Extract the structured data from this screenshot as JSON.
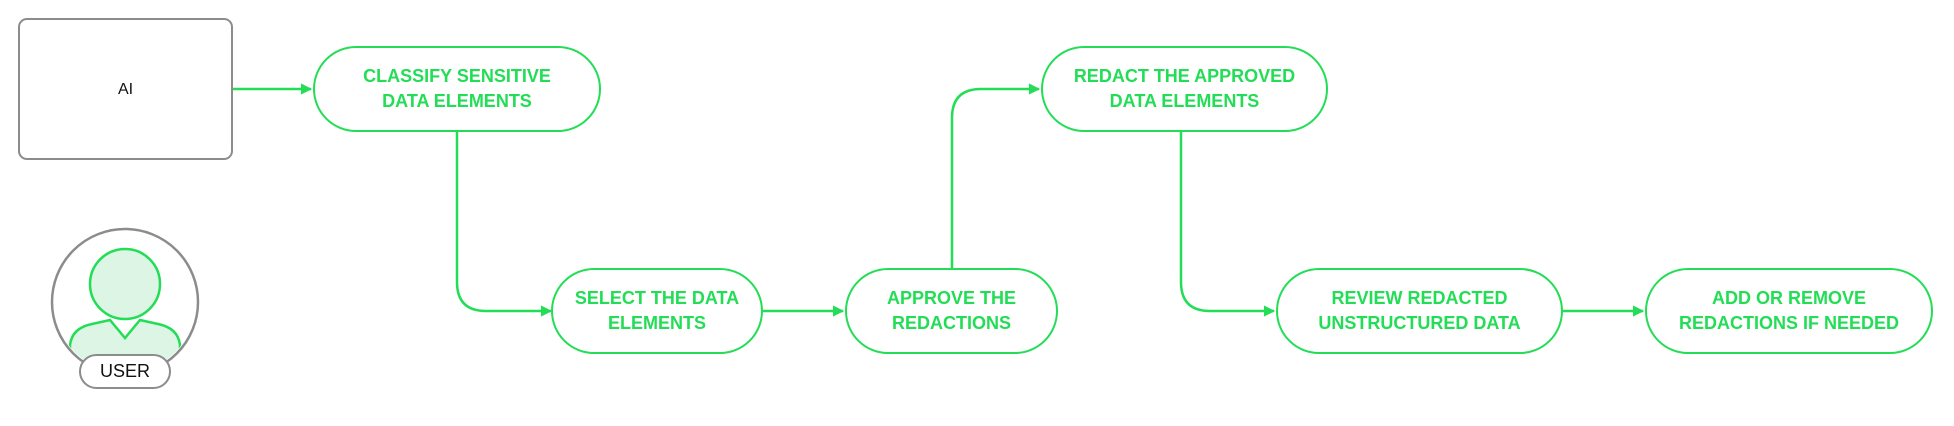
{
  "diagram": {
    "colors": {
      "flow": "#22dd55",
      "neutral_border": "#8c8c8c",
      "avatar_fill": "#dcf5e4",
      "text_dark": "#111111"
    },
    "ai_box": {
      "label": "AI"
    },
    "user": {
      "label": "USER",
      "icon": "user-avatar-icon"
    },
    "steps": {
      "classify": "CLASSIFY SENSITIVE\nDATA ELEMENTS",
      "select": "SELECT THE DATA\nELEMENTS",
      "approve": "APPROVE THE\nREDACTIONS",
      "redact": "REDACT THE APPROVED\nDATA ELEMENTS",
      "review": "REVIEW REDACTED\nUNSTRUCTURED DATA",
      "add_remove": "ADD OR REMOVE\nREDACTIONS IF NEEDED"
    },
    "connections": [
      [
        "ai",
        "classify"
      ],
      [
        "classify",
        "select"
      ],
      [
        "select",
        "approve"
      ],
      [
        "approve",
        "redact"
      ],
      [
        "redact",
        "review"
      ],
      [
        "review",
        "add_remove"
      ]
    ]
  }
}
